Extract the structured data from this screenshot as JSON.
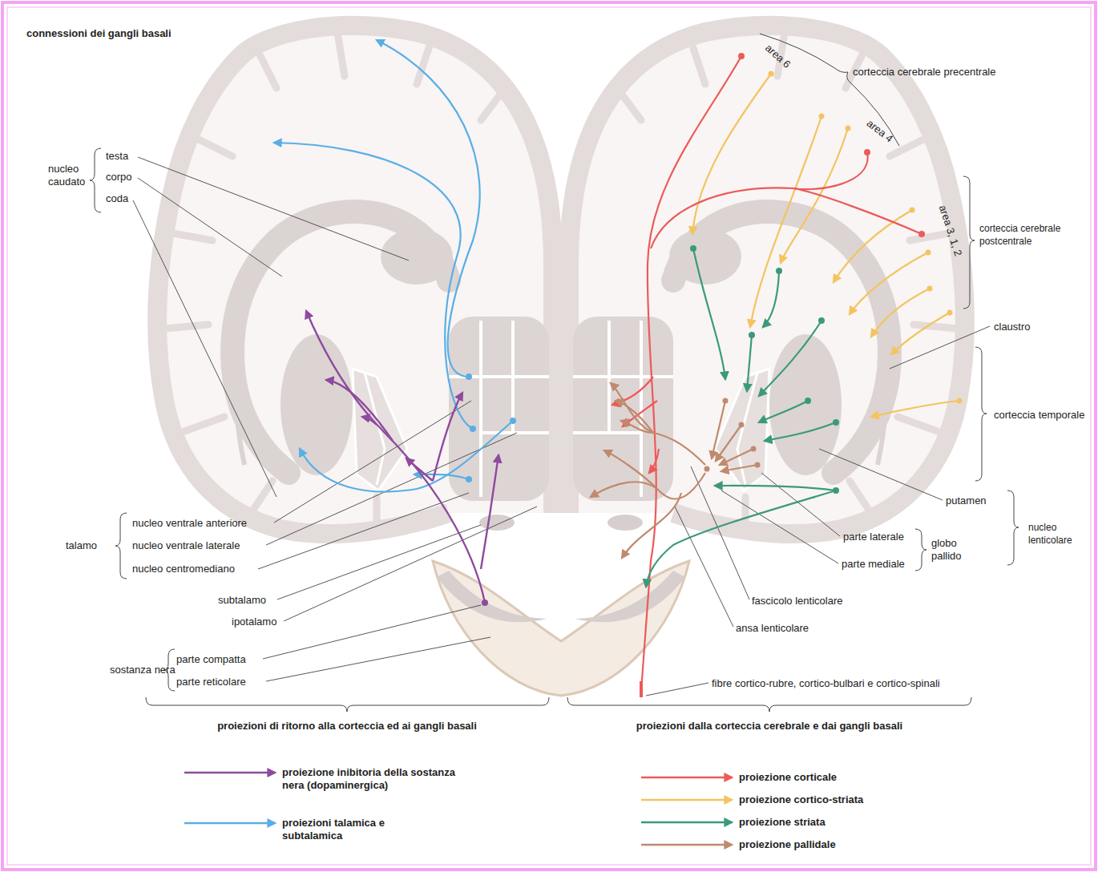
{
  "diagram": {
    "title": "connessioni dei gangli basali",
    "labels": [
      "nucleo caudato",
      "testa",
      "corpo",
      "coda",
      "talamo",
      "nucleo ventrale anteriore",
      "nucleo ventrale laterale",
      "nucleo centromediano",
      "subtalamo",
      "ipotalamo",
      "sostanza nera",
      "parte compatta",
      "parte reticolare",
      "proiezioni di ritorno alla corteccia ed ai gangli basali",
      "area 6",
      "corteccia cerebrale precentrale",
      "area 4",
      "area 3, 1, 2",
      "corteccia cerebrale postcentrale",
      "claustro",
      "corteccia temporale",
      "putamen",
      "nucleo lenticolare",
      "parte laterale",
      "parte mediale",
      "globo pallido",
      "fascicolo lenticolare",
      "ansa lenticolare",
      "fibre cortico-rubre, cortico-bulbari e cortico-spinali",
      "proiezioni dalla corteccia cerebrale e dai gangli basali"
    ],
    "legend": [
      {
        "text": "proiezione inibitoria della sostanza nera (dopaminergica)"
      },
      {
        "text": "proiezioni talamica e subtalamica"
      },
      {
        "text": "proiezione corticale"
      },
      {
        "text": "proiezione cortico-striata"
      },
      {
        "text": "proiezione striata"
      },
      {
        "text": "proiezione pallidale"
      }
    ]
  }
}
